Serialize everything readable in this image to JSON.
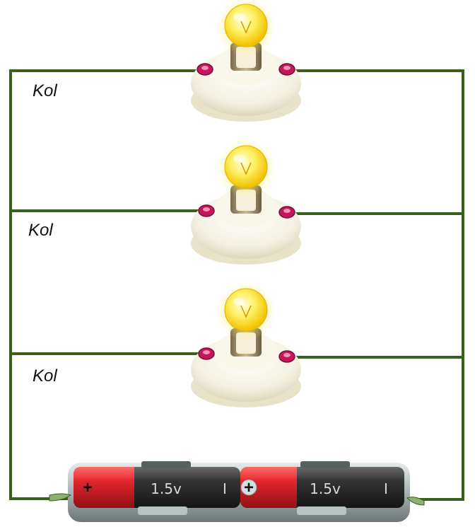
{
  "branches": [
    {
      "label": "Kol"
    },
    {
      "label": "Kol"
    },
    {
      "label": "Kol"
    }
  ],
  "batteries": [
    {
      "positive_mark": "+",
      "voltage": "1.5v",
      "negative_mark": "I"
    },
    {
      "positive_mark": "+",
      "voltage": "1.5v",
      "negative_mark": "I"
    }
  ],
  "colors": {
    "wire": "#3d5f1e",
    "bulb_glass": "#fff26a",
    "bulb_glow": "#ffe600",
    "holder": "#f3efde",
    "terminal": "#c2185b",
    "battery_red": "#e3262e",
    "battery_black": "#2f2f2f",
    "battery_steel": "#9aa4a4"
  }
}
